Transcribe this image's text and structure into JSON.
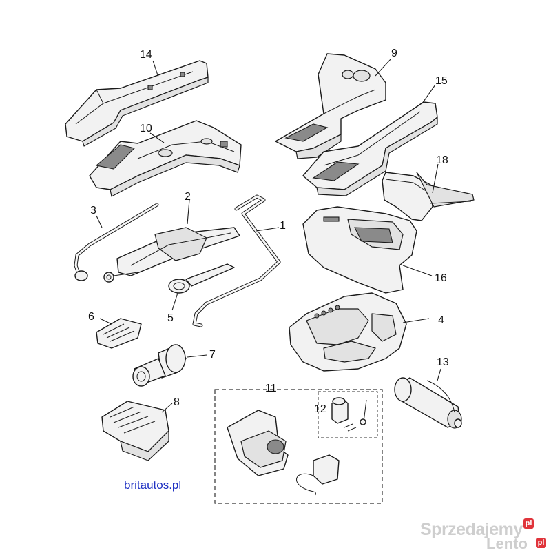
{
  "callouts": {
    "c1": "1",
    "c2": "2",
    "c3": "3",
    "c4": "4",
    "c5": "5",
    "c6": "6",
    "c7": "7",
    "c8": "8",
    "c9": "9",
    "c10": "10",
    "c11": "11",
    "c12": "12",
    "c13": "13",
    "c14": "14",
    "c15": "15",
    "c16": "16",
    "c18": "18"
  },
  "source_site": "britautos.pl",
  "watermark": {
    "line1": "Sprzedajemy",
    "line2": "Lento",
    "badge": "pl"
  },
  "colors": {
    "site_link": "#1d2fc2",
    "watermark_badge": "#e0343b",
    "watermark_text": "#bebebe"
  }
}
